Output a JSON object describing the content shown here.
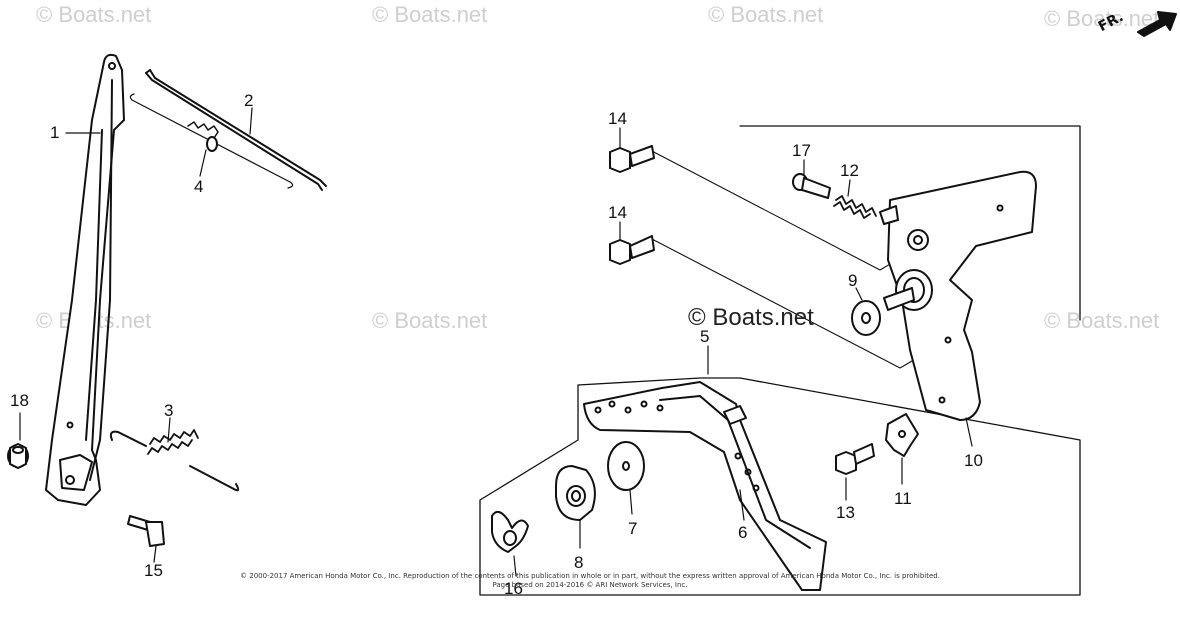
{
  "watermarks": {
    "brand_text": "© Boats.net"
  },
  "direction_marker": {
    "label": "FR."
  },
  "callouts": [
    {
      "id": "1",
      "label": "1"
    },
    {
      "id": "2",
      "label": "2"
    },
    {
      "id": "3",
      "label": "3"
    },
    {
      "id": "4",
      "label": "4"
    },
    {
      "id": "5",
      "label": "5"
    },
    {
      "id": "6",
      "label": "6"
    },
    {
      "id": "7",
      "label": "7"
    },
    {
      "id": "8",
      "label": "8"
    },
    {
      "id": "9",
      "label": "9"
    },
    {
      "id": "10",
      "label": "10"
    },
    {
      "id": "11",
      "label": "11"
    },
    {
      "id": "12",
      "label": "12"
    },
    {
      "id": "13",
      "label": "13"
    },
    {
      "id": "14a",
      "label": "14"
    },
    {
      "id": "14b",
      "label": "14"
    },
    {
      "id": "15",
      "label": "15"
    },
    {
      "id": "16",
      "label": "16"
    },
    {
      "id": "17",
      "label": "17"
    },
    {
      "id": "18",
      "label": "18"
    }
  ],
  "footer": {
    "copyright_line1": "© 2000-2017 American Honda Motor Co., Inc. Reproduction of the contents of this publication in whole or in part, without the express written approval of American Honda Motor Co., Inc. is prohibited.",
    "copyright_line2": "Page based on 2014-2016 © ARI Network Services, Inc."
  }
}
